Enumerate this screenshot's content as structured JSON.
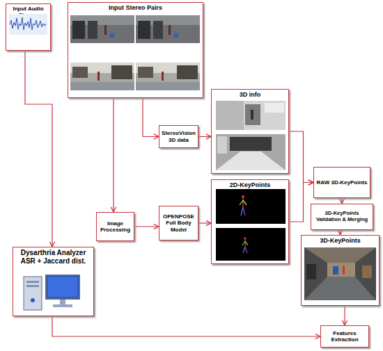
{
  "diagram": {
    "nodes": [
      {
        "text": [
          "Input Audio Stream"
        ]
      },
      {
        "text": [
          "Input Stereo Pairs"
        ]
      },
      {
        "text": [
          "3D info"
        ]
      },
      {
        "text": [
          "StereoVision 3D data"
        ]
      },
      {
        "text": [
          "2D-KeyPoints"
        ]
      },
      {
        "text": [
          "Image Processing"
        ]
      },
      {
        "text": [
          "OPENPOSE Full Body Model"
        ]
      },
      {
        "text": [
          "RAW 3D-KeyPoints"
        ]
      },
      {
        "text": [
          "3D-KeyPoints Validation & Merging"
        ]
      },
      {
        "text": [
          "3D-KeyPoints"
        ]
      },
      {
        "text": [
          "Dysarthria Analyzer ASR + Jaccard dist."
        ]
      },
      {
        "text": [
          "Features Extraction"
        ]
      }
    ],
    "edges": [
      {
        "from": 0,
        "to": 10,
        "arrow": "to"
      },
      {
        "from": 1,
        "to": 3,
        "arrow": "to"
      },
      {
        "from": 1,
        "to": 5,
        "arrow": "to"
      },
      {
        "from": 3,
        "to": 2,
        "arrow": "to"
      },
      {
        "from": 5,
        "to": 6,
        "arrow": "to"
      },
      {
        "from": 6,
        "to": 4,
        "arrow": "to"
      },
      {
        "from": 2,
        "to": 7,
        "arrow": "to"
      },
      {
        "from": 4,
        "to": 7,
        "arrow": "to"
      },
      {
        "from": 7,
        "to": 8,
        "arrow": "to"
      },
      {
        "from": 8,
        "to": 9,
        "arrow": "to"
      },
      {
        "from": 9,
        "to": 11,
        "arrow": "to"
      },
      {
        "from": 10,
        "to": 11,
        "arrow": "to"
      }
    ]
  }
}
